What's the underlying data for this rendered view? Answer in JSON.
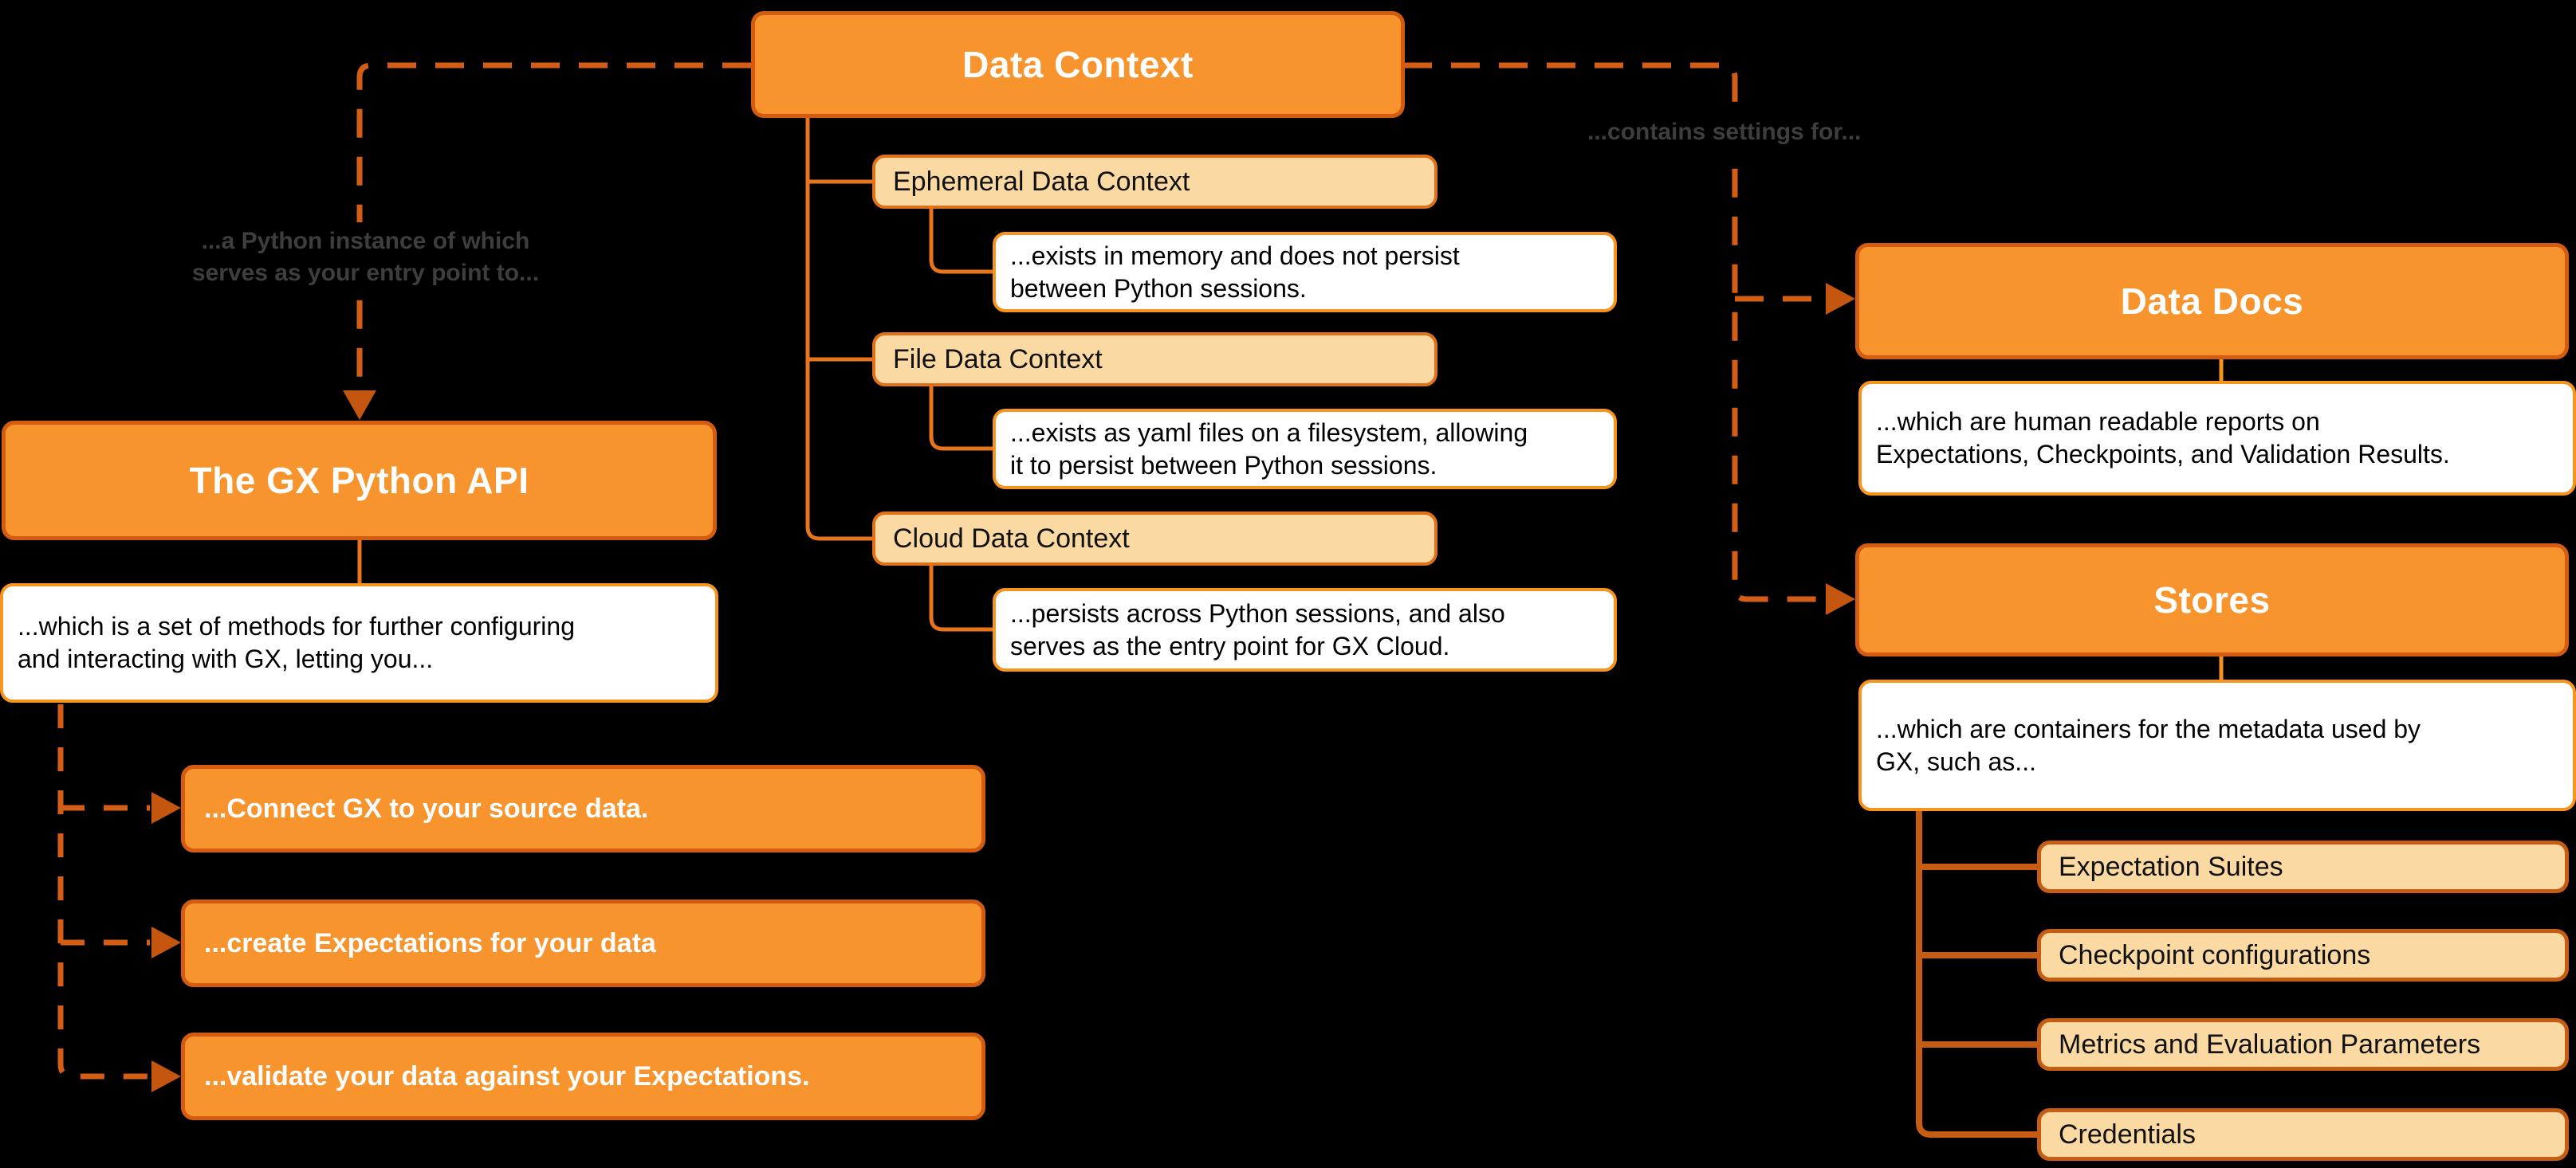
{
  "palette": {
    "background": "#000000",
    "orange_fill": "#F8942D",
    "orange_border": "#D35B12",
    "tan_fill": "#FBD9A2",
    "tan_border_center": "#E0711C",
    "tan_border_right": "#C65D13",
    "white_box_border": "#F7941E",
    "connector": "#E8741E",
    "connector_dark": "#C65D13",
    "dashed_line": "#D55E17",
    "arrowhead": "#C4560F",
    "edge_label_text": "#3E3E3E",
    "header_text": "#FFFFFF",
    "body_text": "#000000"
  },
  "nodes": {
    "data_context": {
      "label": "Data Context"
    },
    "gx_python_api": {
      "label": "The GX Python API",
      "desc": "...which is a set of methods for further configuring\nand interacting with GX, letting you..."
    },
    "actions": [
      {
        "label": "...Connect GX to your source data."
      },
      {
        "label": "...create Expectations for your data"
      },
      {
        "label": "...validate your data against your Expectations."
      }
    ],
    "contexts": [
      {
        "label": "Ephemeral Data Context",
        "desc": "...exists in memory and does not persist\nbetween Python sessions."
      },
      {
        "label": "File Data Context",
        "desc": "...exists as yaml files on a filesystem, allowing\nit to persist between Python sessions."
      },
      {
        "label": "Cloud Data Context",
        "desc": "...persists across Python sessions, and also\nserves as the entry point for GX Cloud."
      }
    ],
    "data_docs": {
      "label": "Data Docs",
      "desc": "...which are human readable reports on\nExpectations, Checkpoints, and Validation Results."
    },
    "stores": {
      "label": "Stores",
      "desc": "...which are containers for the metadata used by\nGX, such as..."
    },
    "store_items": [
      {
        "label": "Expectation Suites"
      },
      {
        "label": "Checkpoint configurations"
      },
      {
        "label": "Metrics and Evaluation Parameters"
      },
      {
        "label": "Credentials"
      }
    ]
  },
  "edge_labels": {
    "python_instance": "...a Python instance of which\nserves as your entry point to...",
    "contains_settings": "...contains settings for..."
  }
}
